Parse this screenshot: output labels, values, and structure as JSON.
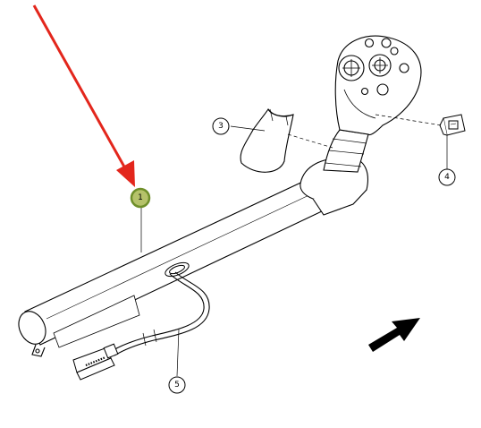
{
  "callouts": [
    {
      "id": "1",
      "label": "1",
      "highlighted": true
    },
    {
      "id": "3",
      "label": "3",
      "highlighted": false
    },
    {
      "id": "4",
      "label": "4",
      "highlighted": false
    },
    {
      "id": "5",
      "label": "5",
      "highlighted": false
    }
  ],
  "colors": {
    "line": "#000000",
    "pointer_arrow": "#e3261c",
    "highlight_fill": "#b5c26a",
    "highlight_ring": "#6f8f2a",
    "direction_arrow": "#000000"
  }
}
